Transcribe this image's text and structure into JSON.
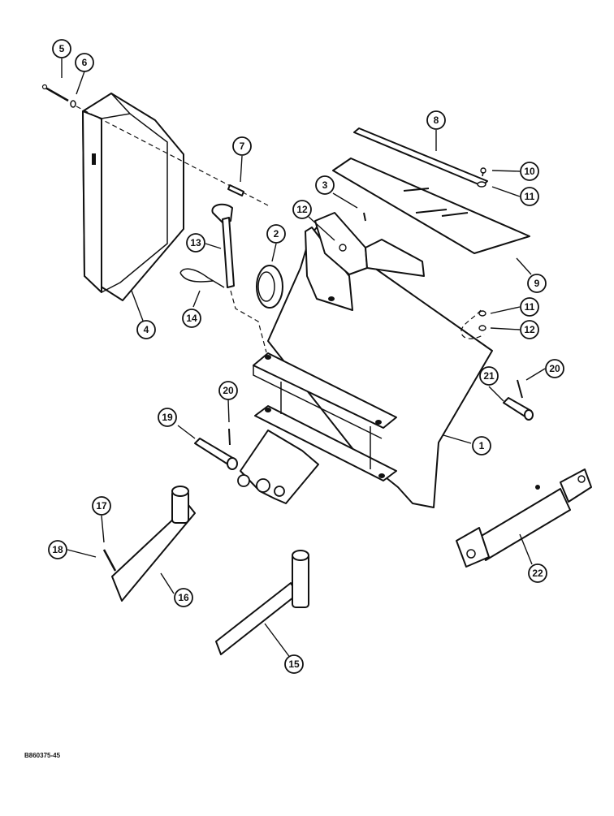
{
  "diagram": {
    "document_id": "B860375-45",
    "callouts": [
      {
        "key": "c5",
        "label": "5"
      },
      {
        "key": "c6",
        "label": "6"
      },
      {
        "key": "c7",
        "label": "7"
      },
      {
        "key": "c8",
        "label": "8"
      },
      {
        "key": "c3",
        "label": "3"
      },
      {
        "key": "c10",
        "label": "10"
      },
      {
        "key": "c11a",
        "label": "11"
      },
      {
        "key": "c12a",
        "label": "12"
      },
      {
        "key": "c2",
        "label": "2"
      },
      {
        "key": "c13",
        "label": "13"
      },
      {
        "key": "c14",
        "label": "14"
      },
      {
        "key": "c4",
        "label": "4"
      },
      {
        "key": "c9",
        "label": "9"
      },
      {
        "key": "c11b",
        "label": "11"
      },
      {
        "key": "c12b",
        "label": "12"
      },
      {
        "key": "c20a",
        "label": "20"
      },
      {
        "key": "c21",
        "label": "21"
      },
      {
        "key": "c20b",
        "label": "20"
      },
      {
        "key": "c19",
        "label": "19"
      },
      {
        "key": "c1",
        "label": "1"
      },
      {
        "key": "c17",
        "label": "17"
      },
      {
        "key": "c18",
        "label": "18"
      },
      {
        "key": "c16",
        "label": "16"
      },
      {
        "key": "c22",
        "label": "22"
      },
      {
        "key": "c15",
        "label": "15"
      }
    ]
  }
}
